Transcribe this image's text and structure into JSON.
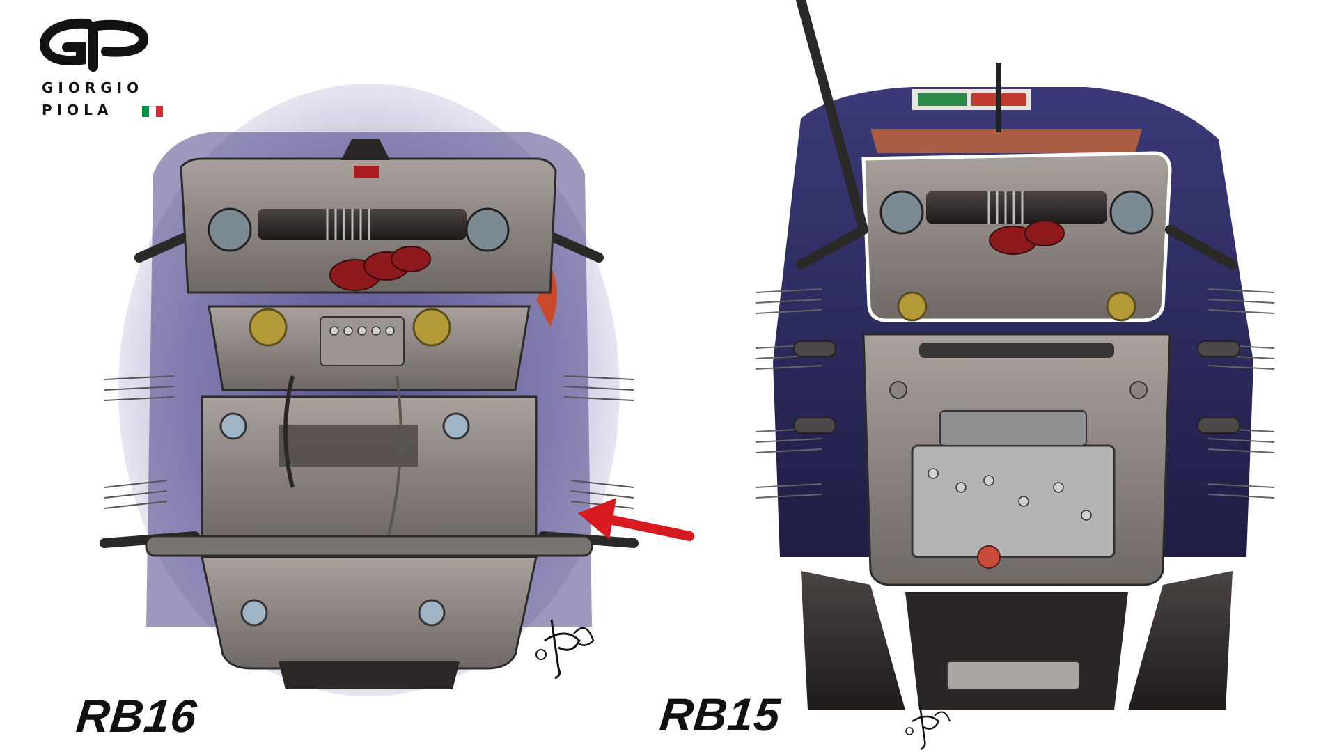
{
  "brand": {
    "line1": "GIORGIO",
    "line2": "PIOLA",
    "flag_colors": [
      "#009246",
      "#ffffff",
      "#ce2b37"
    ]
  },
  "cars": {
    "left": {
      "label": "RB16"
    },
    "right": {
      "label": "RB15"
    }
  },
  "colors": {
    "body_navy": "#2a2a5e",
    "chassis_grey": "#8d8784",
    "dark_metal": "#3a3433",
    "arrow_red": "#d71920",
    "part_red": "#8e1a1d",
    "accent_gold": "#b59a3a"
  }
}
